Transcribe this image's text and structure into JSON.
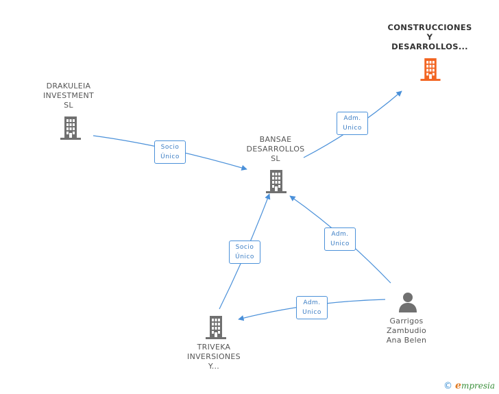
{
  "colors": {
    "edge": "#4a90d9",
    "building": "#707070",
    "building_highlight": "#f26522",
    "person": "#707070"
  },
  "nodes": {
    "construcciones": {
      "lines": [
        "CONSTRUCCIONES",
        "Y",
        "DESARROLLOS..."
      ],
      "icon": "building-icon",
      "highlight": true
    },
    "drakuleia": {
      "lines": [
        "DRAKULEIA",
        "INVESTMENT",
        "SL"
      ],
      "icon": "building-icon"
    },
    "bansae": {
      "lines": [
        "BANSAE",
        "DESARROLLOS",
        "SL"
      ],
      "icon": "building-icon"
    },
    "triveka": {
      "lines": [
        "TRIVEKA",
        "INVERSIONES",
        "Y..."
      ],
      "icon": "building-icon"
    },
    "garrigos": {
      "lines": [
        "Garrigos",
        "Zambudio",
        "Ana Belen"
      ],
      "icon": "person-icon"
    }
  },
  "edges": {
    "drakuleia_bansae": {
      "lines": [
        "Socio",
        "Único"
      ]
    },
    "bansae_construcciones": {
      "lines": [
        "Adm.",
        "Unico"
      ]
    },
    "triveka_bansae": {
      "lines": [
        "Socio",
        "Único"
      ]
    },
    "garrigos_bansae": {
      "lines": [
        "Adm.",
        "Unico"
      ]
    },
    "garrigos_triveka": {
      "lines": [
        "Adm.",
        "Unico"
      ]
    }
  },
  "brand": {
    "copyright": "©",
    "initial": "e",
    "rest": "mpresia"
  }
}
